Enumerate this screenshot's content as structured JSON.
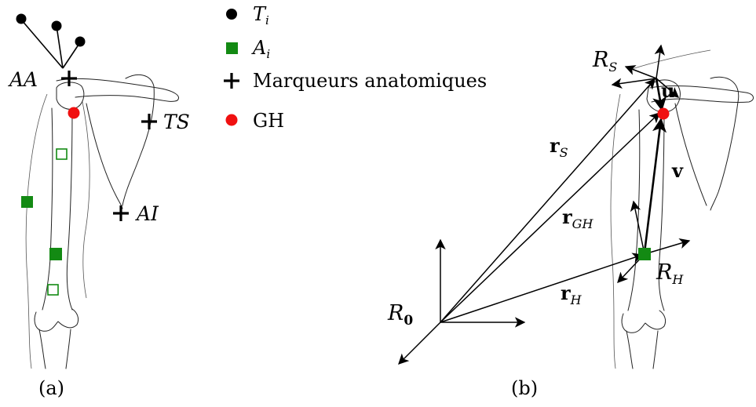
{
  "legend": {
    "items": [
      {
        "symbol": "black-dot",
        "text": "T",
        "sub": "i"
      },
      {
        "symbol": "green-square",
        "text": "A",
        "sub": "i"
      },
      {
        "symbol": "black-cross",
        "text": "Marqueurs anatomiques",
        "sub": ""
      },
      {
        "symbol": "red-dot",
        "text": "GH",
        "sub": ""
      }
    ]
  },
  "panel_a": {
    "caption": "(a)",
    "labels": {
      "aa": "AA",
      "ts": "TS",
      "ai": "AI"
    }
  },
  "panel_b": {
    "caption": "(b)",
    "frames": {
      "r0": {
        "script": "R",
        "sub": "0"
      },
      "rs": {
        "script": "R",
        "sub": "S"
      },
      "rh": {
        "script": "R",
        "sub": "H"
      }
    },
    "vectors": {
      "rs": {
        "main": "r",
        "sub": "S"
      },
      "rgh": {
        "main": "r",
        "sub": "GH"
      },
      "rh": {
        "main": "r",
        "sub": "H"
      },
      "u": "u",
      "v": "v"
    }
  },
  "colors": {
    "marker_green": "#138a13",
    "gh_red": "#f01010",
    "ink": "#000000"
  }
}
